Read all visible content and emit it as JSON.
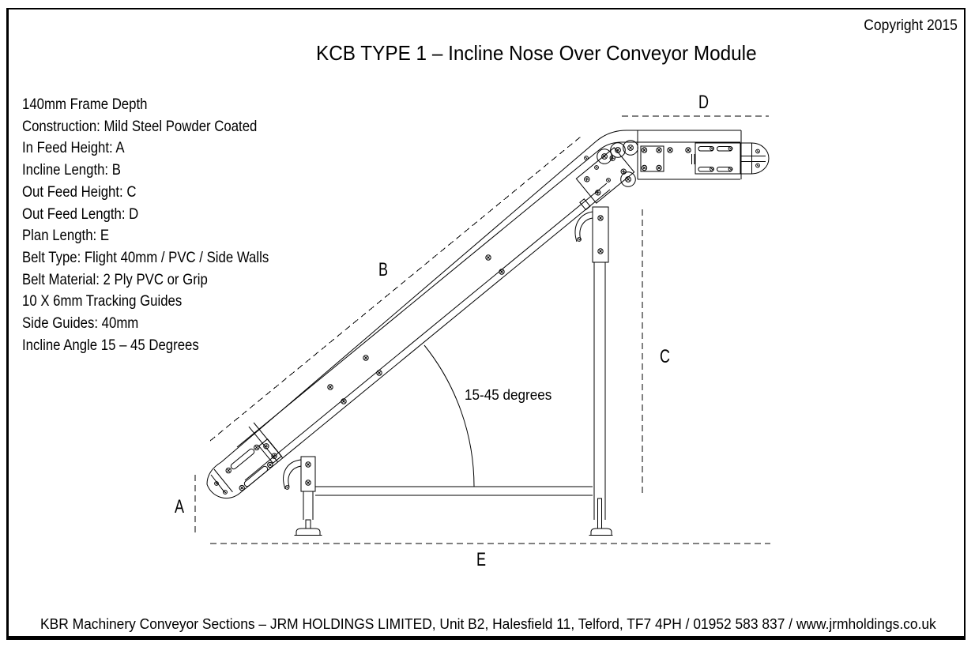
{
  "page": {
    "copyright": "Copyright 2015",
    "title": "KCB TYPE 1 – Incline Nose Over Conveyor Module",
    "footer": "KBR Machinery Conveyor Sections – JRM HOLDINGS LIMITED, Unit B2, Halesfield 11, Telford, TF7 4PH / 01952 583 837 / www.jrmholdings.co.uk"
  },
  "specs": {
    "lines": [
      "140mm Frame Depth",
      "Construction: Mild Steel Powder Coated",
      "In Feed Height: A",
      "Incline Length: B",
      "Out Feed Height: C",
      "Out Feed Length: D",
      "Plan Length: E",
      "Belt Type: Flight 40mm / PVC / Side Walls",
      "Belt Material: 2 Ply PVC or Grip",
      "10 X 6mm Tracking Guides",
      "Side Guides: 40mm",
      "Incline Angle 15 – 45 Degrees"
    ]
  },
  "diagram": {
    "labels": {
      "A": "A",
      "B": "B",
      "C": "C",
      "D": "D",
      "E": "E",
      "angle": "15-45 degrees"
    },
    "line_color": "#000000"
  }
}
